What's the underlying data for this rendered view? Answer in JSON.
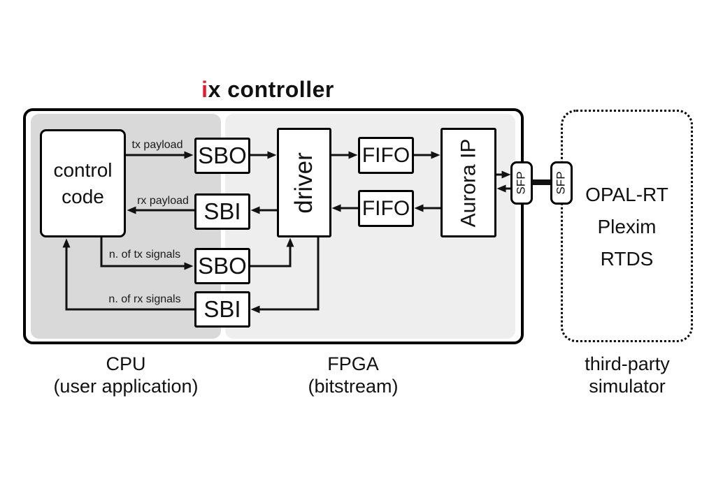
{
  "title": {
    "accent": "i",
    "rest": "x controller"
  },
  "colors": {
    "accent": "#e8192c",
    "cpu_region": "#d9d9d9",
    "fpga_region": "#eeeeee",
    "line": "#111111"
  },
  "controller": {
    "blocks": {
      "control_code": "control code",
      "sbo_tx": "SBO",
      "sbi_rx": "SBI",
      "sbo_n": "SBO",
      "sbi_n": "SBI",
      "driver": "driver",
      "fifo_tx": "FIFO",
      "fifo_rx": "FIFO",
      "aurora": "Aurora IP"
    },
    "sfp": {
      "left": "SFP",
      "right": "SFP"
    },
    "wire_labels": {
      "tx_payload": "tx payload",
      "rx_payload": "rx payload",
      "n_tx_signals": "n. of tx signals",
      "n_rx_signals": "n. of rx signals"
    }
  },
  "simulator": {
    "lines": [
      "OPAL-RT",
      "Plexim",
      "RTDS"
    ]
  },
  "captions": {
    "cpu": [
      "CPU",
      "(user application)"
    ],
    "fpga": [
      "FPGA",
      "(bitstream)"
    ],
    "simulator": [
      "third-party",
      "simulator"
    ]
  }
}
